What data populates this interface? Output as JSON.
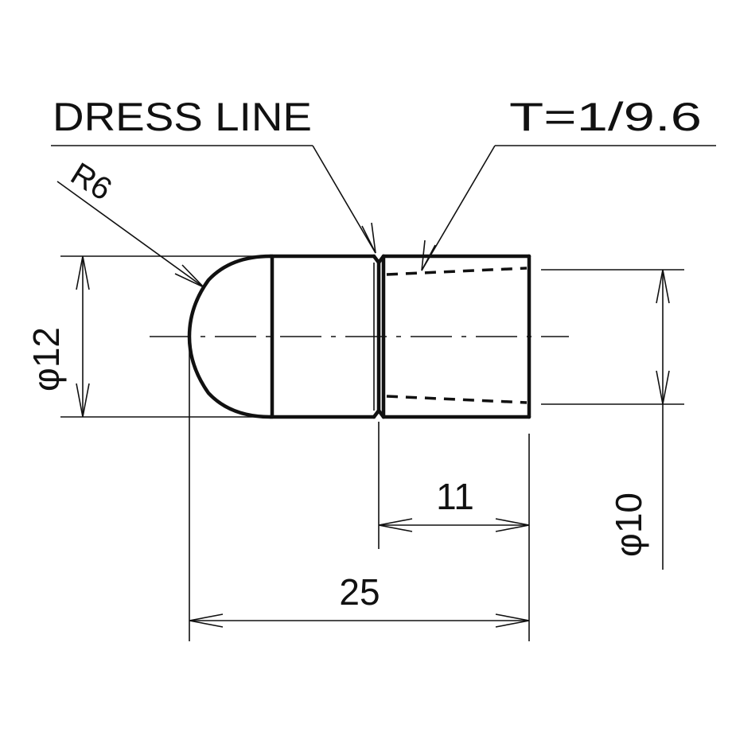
{
  "labels": {
    "dress_line": "DRESS LINE",
    "taper": "T=1/9.6",
    "radius": "R6",
    "dia_large": "φ12",
    "dia_small": "φ10",
    "len_short": "11",
    "len_total": "25"
  }
}
